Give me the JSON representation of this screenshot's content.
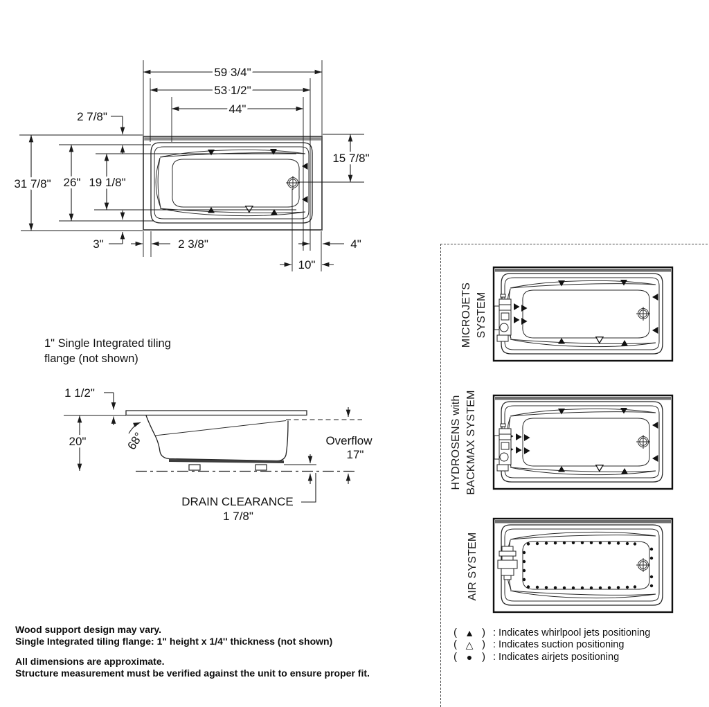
{
  "colors": {
    "line": "#1a1a1a",
    "deck_band": "#8e8e8e",
    "frame": "#101010"
  },
  "top_view": {
    "dim_59": "59 3/4\"",
    "dim_53": "53 1/2\"",
    "dim_44": "44\"",
    "dim_2_78": "2 7/8\"",
    "dim_15_78": "15 7/8\"",
    "dim_31_78": "31 7/8\"",
    "dim_26": "26\"",
    "dim_19_18": "19 1/8\"",
    "dim_3": "3\"",
    "dim_2_38": "2 3/8\"",
    "dim_10": "10\"",
    "dim_4": "4\""
  },
  "side_view": {
    "flange_note": "1\" Single Integrated tiling\nflange (not shown)",
    "dim_1_12": "1 1/2\"",
    "dim_20": "20\"",
    "dim_68": "68°",
    "overflow_line1": "Overflow",
    "overflow_line2": "17\"",
    "drain_clearance_line1": "DRAIN CLEARANCE",
    "drain_clearance_line2": "1 7/8\""
  },
  "systems": [
    {
      "label": "MICROJETS\nSYSTEM"
    },
    {
      "label": "HYDROSENS with\nBACKMAX SYSTEM"
    },
    {
      "label": "AIR SYSTEM"
    }
  ],
  "legend": {
    "items": [
      {
        "open": "(",
        "symbol": "▲",
        "close": ")",
        "text": ": Indicates whirlpool jets positioning"
      },
      {
        "open": "(",
        "symbol": "△",
        "close": ")",
        "text": ": Indicates suction positioning"
      },
      {
        "open": "(",
        "symbol": "●",
        "close": ")",
        "text": ": Indicates airjets positioning"
      }
    ]
  },
  "notes": {
    "line1": "Wood support design may vary.",
    "line2": "Single Integrated tiling flange: 1\" height x 1/4'' thickness (not shown)",
    "line3": "All dimensions are approximate.",
    "line4": "Structure measurement must be verified against the unit to ensure proper fit."
  }
}
